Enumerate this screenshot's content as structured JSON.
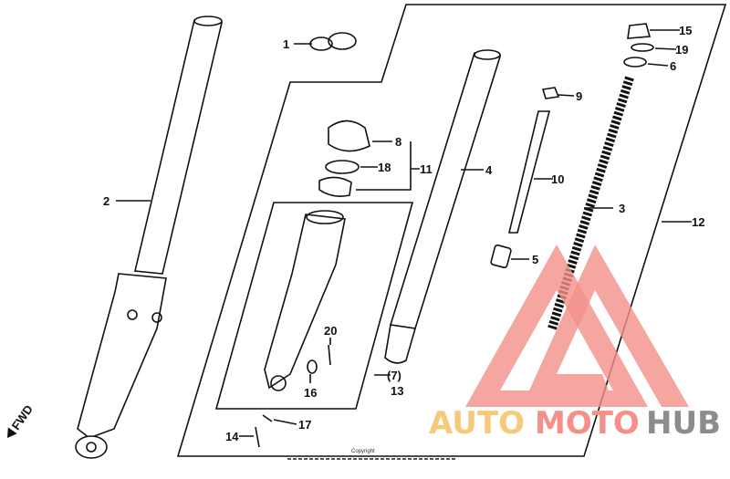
{
  "diagram": {
    "labels": {
      "p1": "1",
      "p2": "2",
      "p3": "3",
      "p4": "4",
      "p5": "5",
      "p6": "6",
      "p7": "(7)",
      "p8": "8",
      "p9": "9",
      "p10": "10",
      "p11": "11",
      "p12": "12",
      "p13": "13",
      "p14": "14",
      "p15": "15",
      "p16": "16",
      "p17": "17",
      "p18": "18",
      "p19": "19",
      "p20": "20"
    },
    "direction": "FWD",
    "copyright": "Copyright"
  },
  "watermark": {
    "part1": "AUTO",
    "part2": "MOTO",
    "part3": "HUB",
    "colors": {
      "auto": "#f7c97a",
      "moto": "#f4908a",
      "hub": "#8c8c8c",
      "logo": "#f4908a"
    }
  }
}
